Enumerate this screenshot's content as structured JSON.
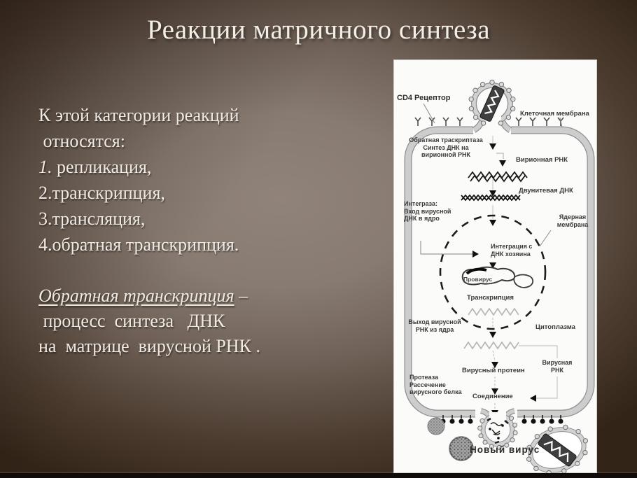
{
  "slide": {
    "title": "Реакции матричного синтеза",
    "body": {
      "line1": "К этой категории реакций",
      "line2": " относятся:",
      "nums": [
        "1.",
        "2.",
        "3.",
        "4."
      ],
      "items": [
        " репликация,",
        "транскрипция,",
        "трансляция,",
        "обратная транскрипция."
      ]
    },
    "definition": {
      "term": "Обратная транскрипция",
      "after_term": " –",
      "line2": " процесс  синтеза   ДНК",
      "line3": "на  матрице  вирусной РНК ."
    }
  },
  "diagram": {
    "labels": {
      "cd4": "CD4 Рецептор",
      "cell_membrane": "Клеточная мембрана",
      "reverse_transcriptase": "Обратная траскриптаза\nСинтез ДНК на\nвирионной РНК",
      "virion_rna": "Вирионная РНК",
      "double_dna": "Двунитевая ДНК",
      "integrase": "Интеграза:\nВход вирусной\nДНК в ядро",
      "nuclear_membrane": "Ядерная\nмембрана",
      "integration": "Интеграция с\nДНК хозяина",
      "provirus": "Провирус",
      "transcription": "Транскрипция",
      "rna_exit": "Выход вирусной\nРНК из ядра",
      "cytoplasm": "Цитоплазма",
      "viral_rna": "Вирусная\nРНК",
      "viral_protein": "Вирусный протеин",
      "protease": "Протеаза\nРассечение\nвирусного белка",
      "assembly": "Соединение",
      "new_virus": "Новый вирус"
    }
  },
  "colors": {
    "background_center": "#8e8178",
    "background_edge": "#33241b",
    "slide_text": "#f0eae2",
    "panel_background": "#fbfbfa",
    "diagram_label": "#383838"
  }
}
